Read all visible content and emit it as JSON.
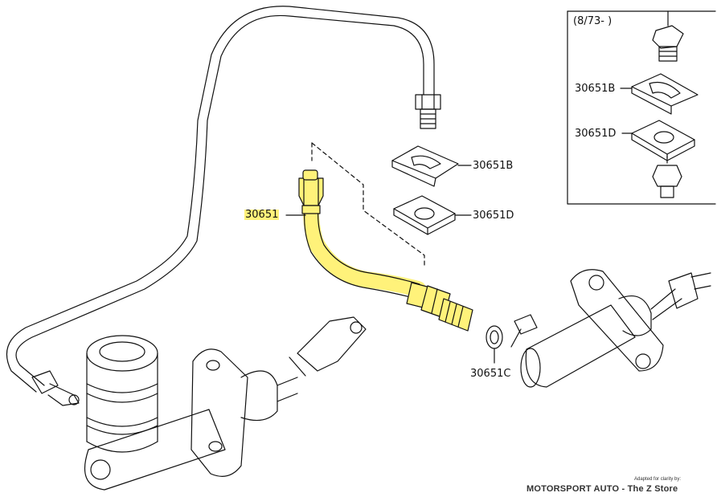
{
  "diagram": {
    "inset_date": "(8/73-   )",
    "labels": {
      "hose": "30651",
      "clip_b": "30651B",
      "plate_d": "30651D",
      "washer_c": "30651C",
      "inset_clip_b": "30651B",
      "inset_plate_d": "30651D"
    },
    "highlight_color": "#fff27a",
    "line_color": "#111111"
  },
  "credit": {
    "small": "Adapted for clarity by:",
    "main": "MOTORSPORT AUTO - The Z Store"
  }
}
